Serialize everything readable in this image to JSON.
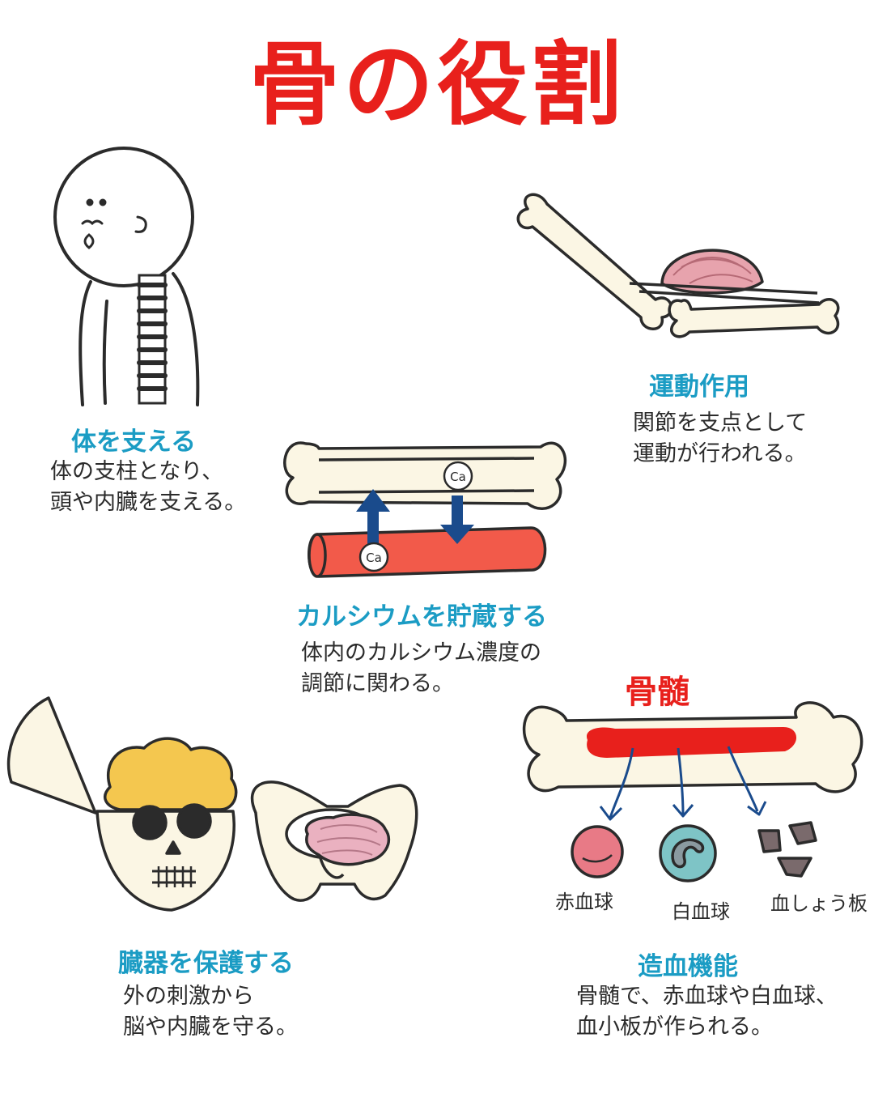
{
  "title": "骨の役割",
  "colors": {
    "title": "#e8201c",
    "heading": "#1b9cc4",
    "bone": "#fbf6e4",
    "blood_vessel": "#f25a4a",
    "arrow": "#1a4b8c",
    "muscle": "#e7a3ad",
    "brain": "#f4c74f",
    "red_cell": "#e87a86",
    "white_cell": "#7ec4c6",
    "platelet": "#7a6a6c"
  },
  "sections": {
    "support": {
      "heading": "体を支える",
      "lines": [
        "体の支柱となり、",
        "頭や内臓を支える。"
      ]
    },
    "movement": {
      "heading": "運動作用",
      "lines": [
        "関節を支点として",
        "運動が行われる。"
      ]
    },
    "calcium": {
      "heading": "カルシウムを貯蔵する",
      "lines": [
        "体内のカルシウム濃度の",
        "調節に関わる。"
      ],
      "ion_label": "Ca"
    },
    "protect": {
      "heading": "臓器を保護する",
      "lines": [
        "外の刺激から",
        "脳や内臓を守る。"
      ]
    },
    "hematopoiesis": {
      "heading": "造血機能",
      "lines": [
        "骨髄で、赤血球や白血球、",
        "血小板が作られる。"
      ],
      "marrow_label": "骨髄",
      "cells": [
        "赤血球",
        "白血球",
        "血しょう板"
      ]
    }
  },
  "icons": [
    "person-spine-icon",
    "arm-bones-icon",
    "bone-calcium-icon",
    "skull-icon",
    "pelvis-icon",
    "bone-marrow-icon"
  ]
}
